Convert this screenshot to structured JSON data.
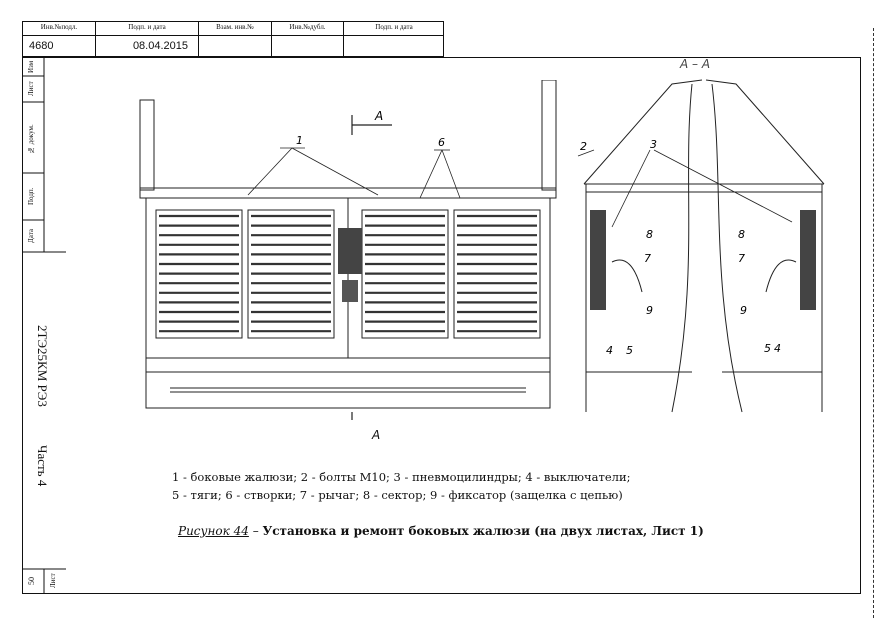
{
  "stamp": {
    "headers": [
      "Инв.№подл.",
      "Подп. и дата",
      "Взам. инв.№",
      "Инв.№дубл.",
      "Подп. и дата"
    ],
    "values": [
      "4680",
      "08.04.2015",
      "",
      "",
      ""
    ]
  },
  "side": {
    "labels": [
      "Изм",
      "Лист",
      "№ докум.",
      "Подп.",
      "Дата"
    ],
    "doc_code": "2ТЭ25КМ  РЭ3",
    "part": "Часть 4",
    "sheet_label": "Лист",
    "sheet_number": "50"
  },
  "drawing": {
    "section_title": "А – А",
    "cut_label_top": "А",
    "cut_label_bottom": "А",
    "callouts_front": [
      "1",
      "6"
    ],
    "callout_2": "2",
    "callout_3": "3",
    "callouts_section": [
      "8",
      "7",
      "9",
      "4",
      "5"
    ],
    "callouts_section_right": [
      "8",
      "7",
      "9",
      "5",
      "4"
    ]
  },
  "legend": {
    "line1": "1  - боковые жалюзи; 2 - болты  М10; 3 - пневмоцилиндры; 4 - выключатели;",
    "line2": "5 - тяги; 6 - створки; 7 - рычаг; 8 - сектор; 9 - фиксатор (защелка с цепью)"
  },
  "figure": {
    "label": "Рисунок 44",
    "dash": " – ",
    "title": "Установка и ремонт боковых жалюзи (на двух листах, Лист 1)"
  }
}
